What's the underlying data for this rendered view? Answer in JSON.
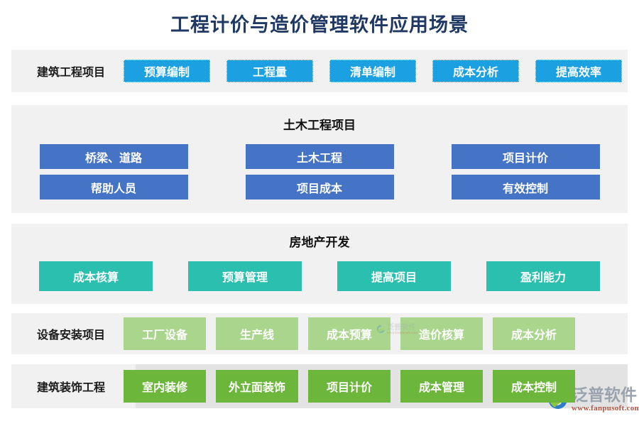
{
  "title": "工程计价与造价管理软件应用场景",
  "theme": {
    "title_color": "#1f3864",
    "panel_bg": "#f1f1f1",
    "panel_bg_alt": "#e3e3e3",
    "cyan": "#1ba1e2",
    "blue": "#4573c5",
    "teal": "#2bbfb0",
    "light_green": "#a9d68c",
    "green": "#6cb63c"
  },
  "sections": [
    {
      "id": "construction",
      "layout": "inline",
      "label": "建筑工程项目",
      "color": "cyan",
      "chips": [
        "预算编制",
        "工程量",
        "清单编制",
        "成本分析",
        "提高效率"
      ]
    },
    {
      "id": "civil",
      "layout": "stacked",
      "label": "土木工程项目",
      "color": "blue",
      "chips": [
        "桥梁、道路",
        "土木工程",
        "项目计价",
        "帮助人员",
        "项目成本",
        "有效控制"
      ]
    },
    {
      "id": "realestate",
      "layout": "stacked",
      "label": "房地产开发",
      "color": "teal",
      "chips": [
        "成本核算",
        "预算管理",
        "提高项目",
        "盈利能力"
      ]
    },
    {
      "id": "equipment",
      "layout": "inline",
      "label": "设备安装项目",
      "color": "light_green",
      "chips": [
        "工厂设备",
        "生产线",
        "成本预算",
        "造价核算",
        "成本分析"
      ]
    },
    {
      "id": "decoration",
      "layout": "inline",
      "label": "建筑装饰工程",
      "color": "green",
      "chips": [
        "室内装修",
        "外立面装饰",
        "项目计价",
        "成本管理",
        "成本控制"
      ]
    }
  ],
  "watermark": {
    "brand": "泛普软件",
    "url": "www.fanpusoft.com"
  }
}
